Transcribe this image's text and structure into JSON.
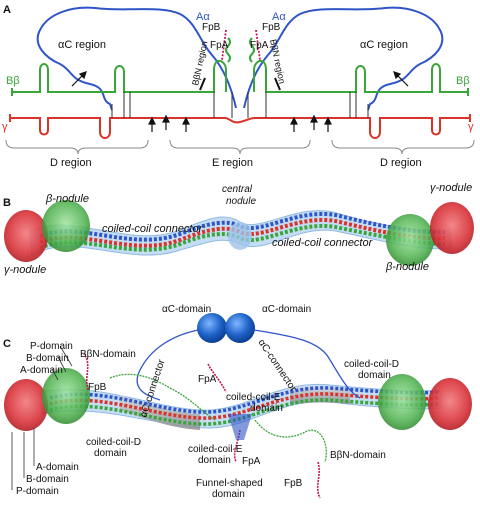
{
  "panel_a": {
    "letter": "A",
    "alpha_left": "Aα",
    "alpha_right": "Aα",
    "ac_region_left": "αC region",
    "ac_region_right": "αC region",
    "fpb_left": "FpB",
    "fpa_left": "FpA",
    "fpb_right": "FpB",
    "fpa_right": "FpA",
    "bbn_left": "BβN region",
    "bbn_right": "BβN region",
    "bb_left": "Bβ",
    "bb_right": "Bβ",
    "gamma_left": "γ",
    "gamma_right": "γ",
    "d_region_left": "D region",
    "e_region": "E region",
    "d_region_right": "D region"
  },
  "panel_b": {
    "letter": "B",
    "beta_nodule_left": "β-nodule",
    "central_nodule_line1": "central",
    "central_nodule_line2": "nodule",
    "gamma_nodule_right": "γ-nodule",
    "coiled_left": "coiled-coil connector",
    "coiled_right": "coiled-coil connector",
    "gamma_nodule_left": "γ-nodule",
    "beta_nodule_right": "β-nodule"
  },
  "panel_c": {
    "letter": "C",
    "ac_domain_left": "αC-domain",
    "ac_domain_right": "αC-domain",
    "p_domain_top": "P-domain",
    "b_domain_top": "B-domain",
    "a_domain_top": "A-domain",
    "bbn_domain_top": "BβN-domain",
    "fpb_top": "FpB",
    "ac_connector_left": "αC-connector",
    "fpa_top": "FpA",
    "ac_connector_right": "αC-connector",
    "cc_d_right_line1": "coiled-coil-D",
    "cc_d_right_line2": "domain",
    "cc_e_top_line1": "coiled-coil-E",
    "cc_e_top_line2": "domain",
    "cc_e_bottom_line1": "coiled-coil-E",
    "cc_e_bottom_line2": "domain",
    "cc_d_left_line1": "coiled-coil-D",
    "cc_d_left_line2": "domain",
    "a_domain_bottom": "A-domain",
    "b_domain_bottom": "B-domain",
    "p_domain_bottom": "P-domain",
    "fpa_bottom": "FpA",
    "bbn_domain_bottom": "BβN-domain",
    "funnel_line1": "Funnel-shaped",
    "funnel_line2": "domain",
    "fpb_bottom": "FpB"
  },
  "colors": {
    "alpha_chain": "#2f55c8",
    "beta_chain": "#3aa53a",
    "gamma_chain": "#d9332a",
    "fibrinopeptide": "#c2185b",
    "nodule_red": "#e0474c",
    "nodule_green": "#5cbf5c",
    "coil_blue": "#3d7fd6",
    "gray_domain": "#9a9a9a"
  }
}
